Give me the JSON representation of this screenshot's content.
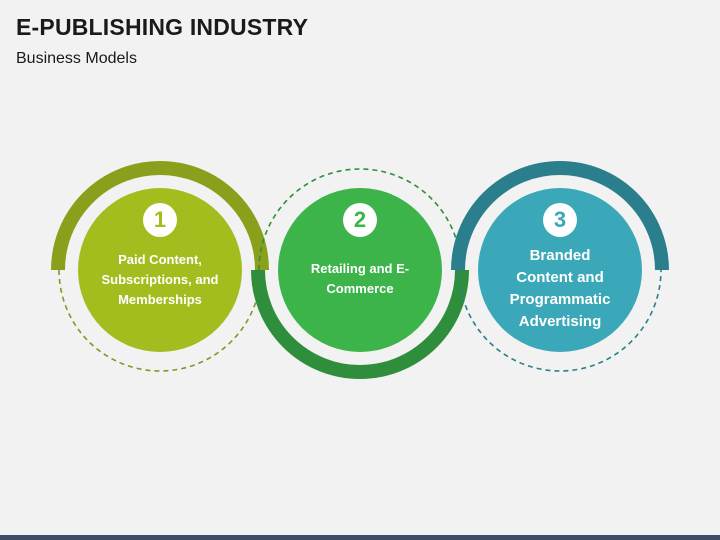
{
  "header": {
    "title": "E-PUBLISHING INDUSTRY",
    "subtitle": "Business Models"
  },
  "steps": [
    {
      "number": "1",
      "text": "Paid Content, Subscriptions, and Memberships",
      "color": "#a3bd1f",
      "ring_color": "#8aa01c",
      "dash_color": "#7f9a21"
    },
    {
      "number": "2",
      "text": "Retailing and E-Commerce",
      "color": "#3cb44a",
      "ring_color": "#2f8e3b",
      "dash_color": "#2f8e3b"
    },
    {
      "number": "3",
      "text": "Branded Content and Programmatic Advertising",
      "color": "#3aa8b8",
      "ring_color": "#2b7f8c",
      "dash_color": "#2b7f8c"
    }
  ]
}
